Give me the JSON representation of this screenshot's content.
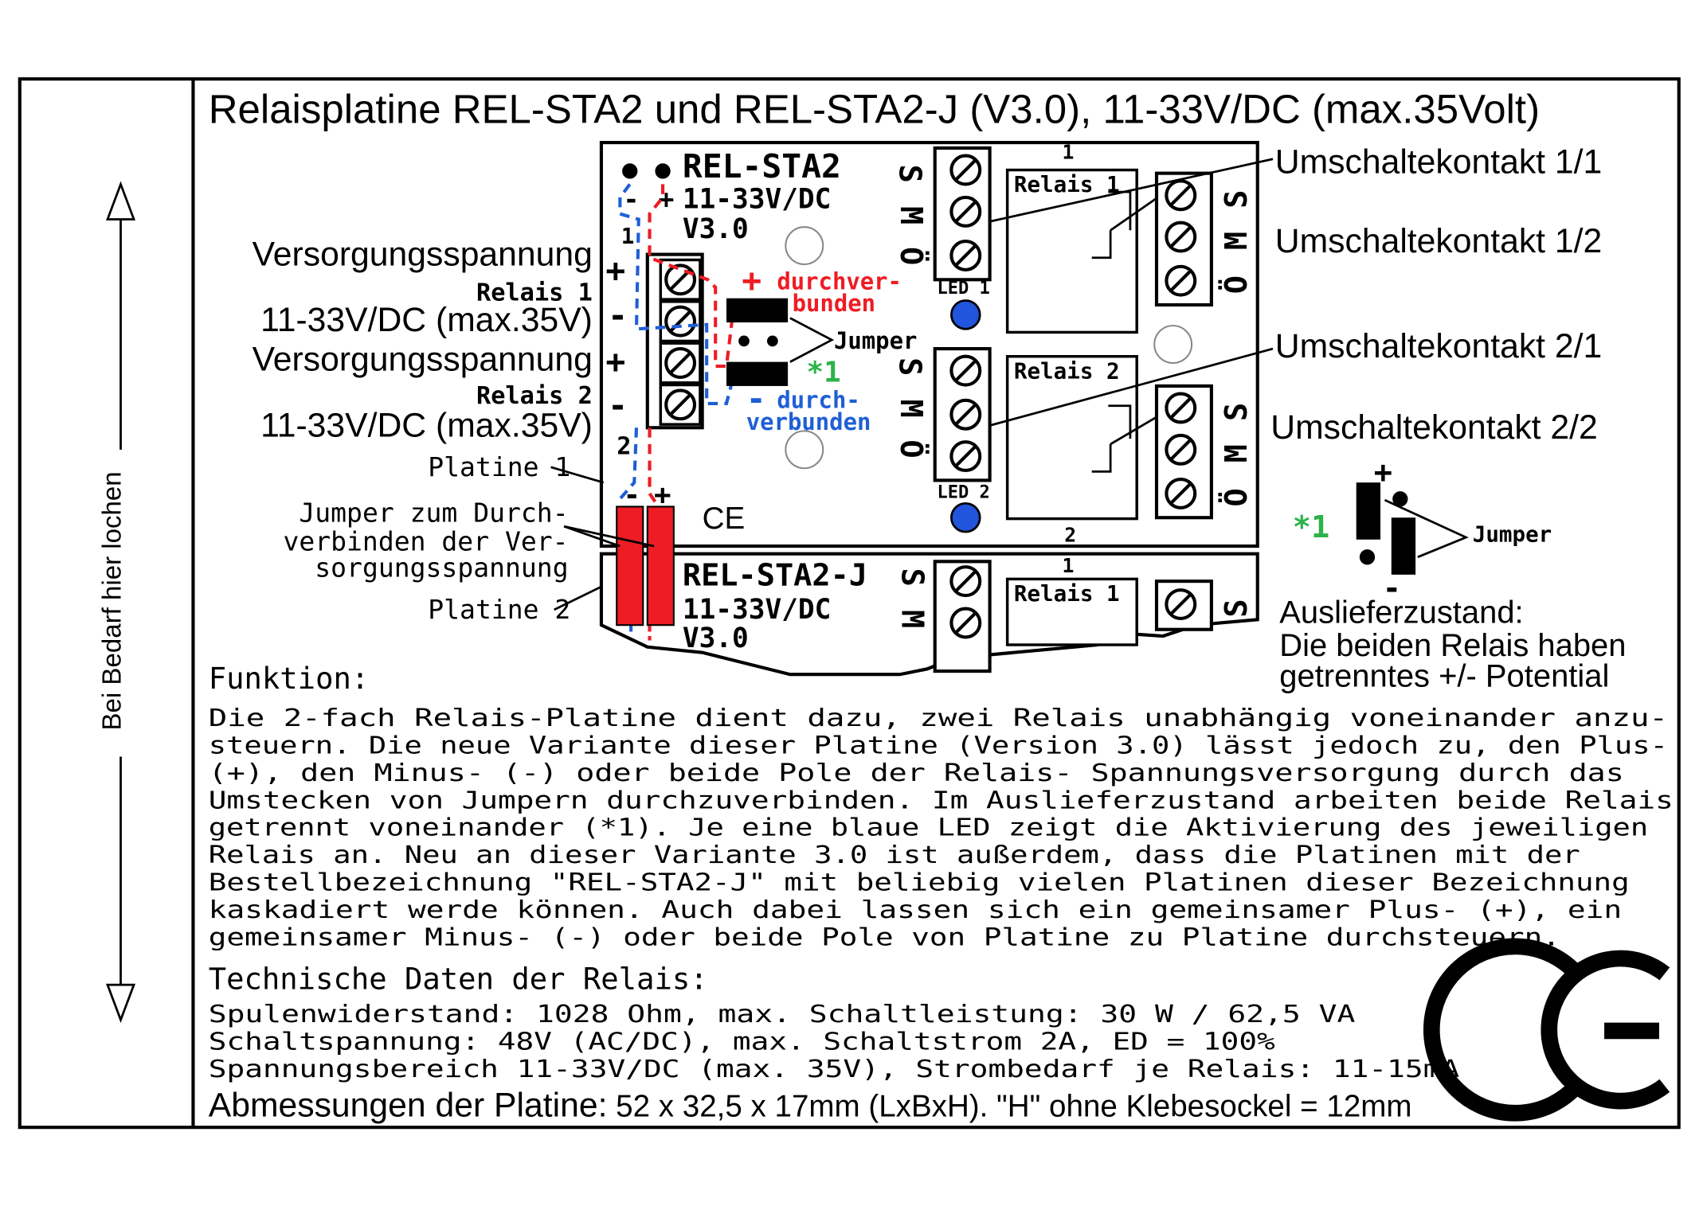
{
  "title": "Relaisplatine REL-STA2 und REL-STA2-J (V3.0), 11-33V/DC (max.35Volt)",
  "side_label": "Bei Bedarf hier lochen",
  "board1": {
    "name": "REL-STA2",
    "voltage": "11-33V/DC",
    "version": "V3.0",
    "plus": "+",
    "minus": "-",
    "num_1": "1",
    "num_2": "2",
    "ce": "CE",
    "relay1": "Relais 1",
    "relay2": "Relais 2",
    "led1": "LED 1",
    "led2": "LED 2",
    "top_num": "1",
    "bottom_num": "2",
    "pins_left": [
      "S",
      "M",
      "Ö"
    ],
    "pins_right": [
      "S",
      "M",
      "Ö"
    ],
    "jumper_red": "durchver-\nbunden",
    "jumper_red_l1": "durchver-",
    "jumper_red_l2": "bunden",
    "jumper_label": "Jumper",
    "jumper_blue_l1": "durch-",
    "jumper_blue_l2": "verbunden",
    "star": "*1"
  },
  "board2": {
    "name": "REL-STA2-J",
    "voltage": "11-33V/DC",
    "version": "V3.0",
    "relay1": "Relais 1",
    "top_num": "1",
    "plus": "+",
    "minus": "-"
  },
  "left_labels": {
    "supply1_l1": "Versorgungsspannung",
    "supply1_l2": "Relais 1",
    "supply1_l3": "11-33V/DC (max.35V)",
    "supply2_l1": "Versorgungsspannung",
    "supply2_l2": "Relais 2",
    "supply2_l3": "11-33V/DC (max.35V)",
    "platine1": "Platine 1",
    "jumper_l1": "Jumper zum Durch-",
    "jumper_l2": "verbinden der Ver-",
    "jumper_l3": "sorgungsspannung",
    "platine2": "Platine 2"
  },
  "right_labels": {
    "c11": "Umschaltekontakt 1/1",
    "c12": "Umschaltekontakt 1/2",
    "c21": "Umschaltekontakt 2/1",
    "c22": "Umschaltekontakt 2/2",
    "star": "*1",
    "jumper": "Jumper",
    "delivery_l1": "Auslieferzustand:",
    "delivery_l2": "Die beiden Relais haben",
    "delivery_l3": "getrenntes +/- Potential"
  },
  "function": {
    "heading": "Funktion:",
    "lines": [
      "Die 2-fach Relais-Platine dient dazu, zwei Relais unabhängig voneinander anzu-",
      "steuern. Die neue Variante dieser Platine (Version 3.0) lässt jedoch zu, den Plus-",
      "(+), den Minus- (-) oder beide Pole der Relais- Spannungsversorgung durch das",
      "Umstecken von Jumpern durchzuverbinden. Im Auslieferzustand arbeiten beide Relais",
      "getrennt voneinander (*1). Je eine blaue LED zeigt die Aktivierung des jeweiligen",
      "Relais an. Neu an dieser Variante 3.0 ist außerdem, dass die Platinen mit der",
      "Bestellbezeichnung \"REL-STA2-J\" mit beliebig vielen Platinen dieser Bezeichnung",
      "kaskadiert werde können. Auch dabei lassen sich ein gemeinsamer Plus- (+), ein",
      "gemeinsamer Minus- (-) oder beide Pole von Platine zu Platine durchsteuern."
    ]
  },
  "tech": {
    "heading": "Technische Daten der Relais:",
    "lines": [
      "Spulenwiderstand: 1028 Ohm, max. Schaltleistung:  30 W / 62,5 VA",
      "Schaltspannung: 48V (AC/DC), max. Schaltstrom 2A, ED = 100%",
      "Spannungsbereich 11-33V/DC (max. 35V), Strombedarf je Relais: 11-15mA"
    ],
    "dims_label": "Abmessungen der Platine:",
    "dims_value": " 52 x 32,5 x 17mm (LxBxH). \"H\" ohne Klebesockel = 12mm"
  },
  "ce_mark": "CE",
  "colors": {
    "red": "#ee1c24",
    "blue": "#1f5fd6",
    "green": "#2db34a",
    "led": "#2255dd"
  }
}
